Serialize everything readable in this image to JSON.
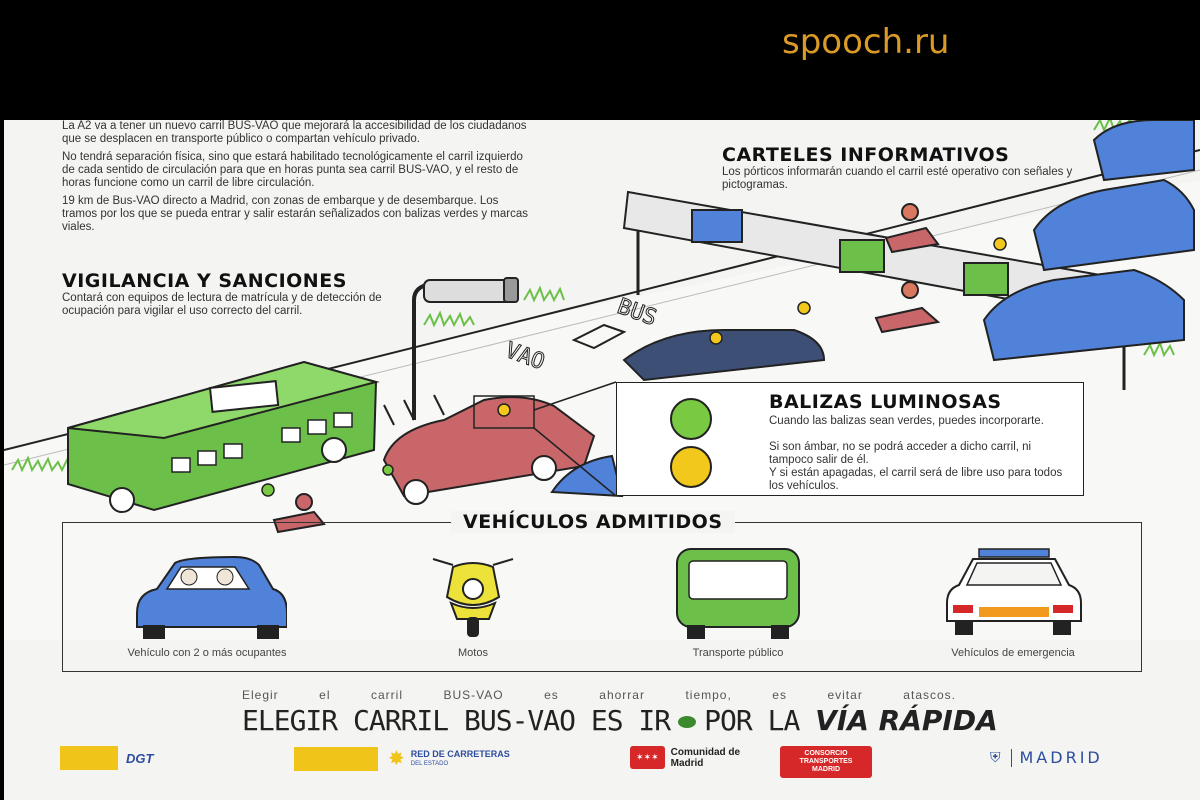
{
  "watermark": "spooch.ru",
  "intro": {
    "p1": "La A2 va a tener un nuevo carril BUS-VAO que mejorará la accesibilidad de los ciudadanos que se desplacen en transporte público o compartan vehículo privado.",
    "p2": "No tendrá separación física, sino que estará habilitado tecnológicamente el carril izquierdo de cada sentido de circulación para que en horas punta sea carril BUS-VAO, y el resto de horas funcione como un carril de libre circulación.",
    "p3": "19 km de Bus-VAO directo a Madrid, con zonas de embarque y de desembarque. Los tramos por los que se pueda entrar y salir estarán señalizados con balizas verdes y marcas viales."
  },
  "vigilancia": {
    "title": "VIGILANCIA Y SANCIONES",
    "text": "Contará con equipos de lectura de matrícula y de detección de ocupación para vigilar el uso correcto del carril."
  },
  "carteles": {
    "title": "CARTELES INFORMATIVOS",
    "text": "Los pórticos informarán cuando el carril esté operativo con señales y pictogramas."
  },
  "road_marking": {
    "bus": "BUS",
    "vao": "VAO"
  },
  "balizas": {
    "title": "BALIZAS LUMINOSAS",
    "line1": "Cuando las balizas sean verdes, puedes incorporarte.",
    "line2": "Si son ámbar, no se podrá acceder a dicho carril, ni tampoco salir de él.",
    "line3": "Y si están apagadas, el carril será de libre uso para todos los vehículos."
  },
  "vehiculos": {
    "title": "VEHÍCULOS ADMITIDOS",
    "items": [
      {
        "label": "Vehículo con 2 o más ocupantes",
        "icon": "car-icon"
      },
      {
        "label": "Motos",
        "icon": "scooter-icon"
      },
      {
        "label": "Transporte público",
        "icon": "bus-icon"
      },
      {
        "label": "Vehículos de emergencia",
        "icon": "ambulance-icon"
      }
    ]
  },
  "slogan": {
    "small": "Elegir el carril BUS-VAO es ahorrar tiempo, es evitar atascos.",
    "big_start": "ELEGIR CARRIL BUS-VAO ES IR",
    "big_mid": "POR LA",
    "big_end": "VÍA RÁPIDA"
  },
  "logos": {
    "dgt": "DGT",
    "red": "RED DE CARRETERAS",
    "red_sub": "DEL ESTADO",
    "comunidad": "Comunidad de Madrid",
    "consorcio": "CONSORCIO TRANSPORTES MADRID",
    "madrid": "MADRID"
  },
  "colors": {
    "green_beacon": "#7ac943",
    "amber_beacon": "#f2c81d",
    "bus_green": "#6cc04a",
    "car_blue": "#4f82d8",
    "car_red": "#c9666a"
  }
}
